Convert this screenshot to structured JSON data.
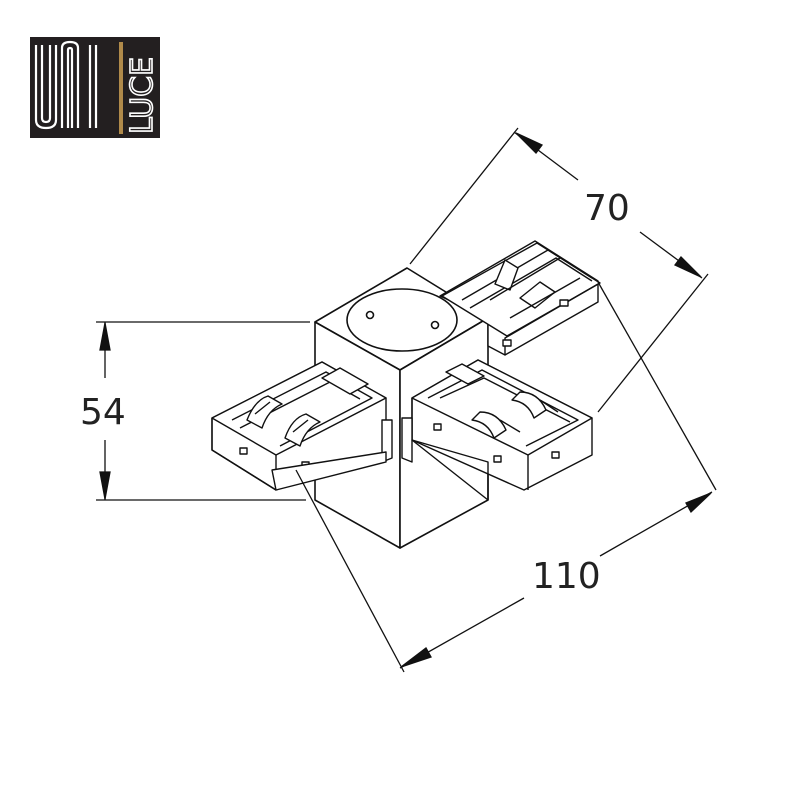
{
  "logo": {
    "part1": "UNI",
    "part2": "LUCE",
    "background_color": "#231f20",
    "accent_color": "#b08a4a"
  },
  "dimensions": {
    "width": "70",
    "height": "54",
    "length": "110"
  },
  "colors": {
    "line": "#111111",
    "top_circle_fill": "#dcdcdc"
  }
}
